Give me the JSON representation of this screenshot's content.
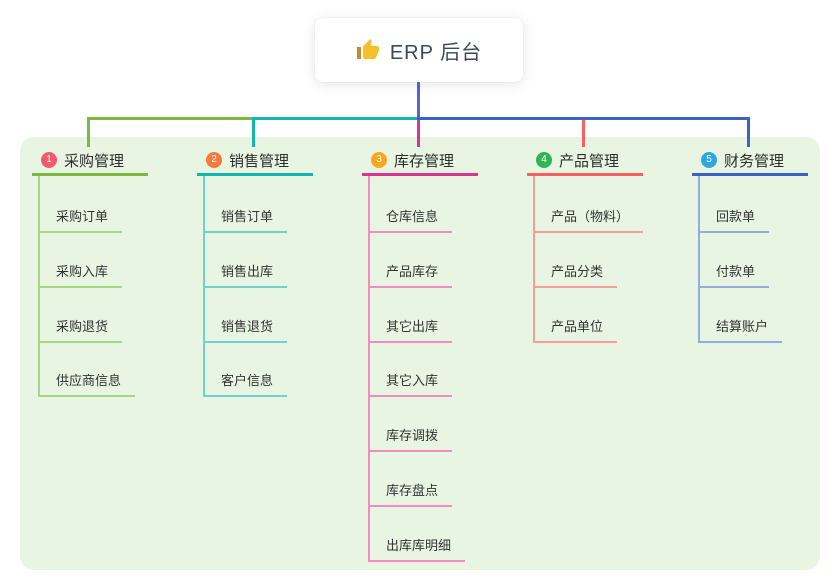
{
  "root": {
    "label": "ERP 后台",
    "icon": "thumbs-up-icon",
    "icon_color": "#f5c02c",
    "drop_line_color": "#5663d3"
  },
  "colors": {
    "panel_bg": "#e7f5e2",
    "canvas_bg": "#ffffff",
    "header_text": "#2d2d2d",
    "child_text": "#333333",
    "root_text": "#3c4757"
  },
  "branches": [
    {
      "index": "1",
      "label": "采购管理",
      "badge_color": "#f6596f",
      "line_color": "#7cb93e",
      "child_line_color": "#a8d784",
      "children": [
        "采购订单",
        "采购入库",
        "采购退货",
        "供应商信息"
      ]
    },
    {
      "index": "2",
      "label": "销售管理",
      "badge_color": "#f57a3d",
      "line_color": "#13b5ac",
      "child_line_color": "#72d2c9",
      "children": [
        "销售订单",
        "销售出库",
        "销售退货",
        "客户信息"
      ]
    },
    {
      "index": "3",
      "label": "库存管理",
      "badge_color": "#f9a61a",
      "line_color": "#d9358f",
      "child_line_color": "#f08cbe",
      "children": [
        "仓库信息",
        "产品库存",
        "其它出库",
        "其它入库",
        "库存调拨",
        "库存盘点",
        "出库库明细"
      ]
    },
    {
      "index": "4",
      "label": "产品管理",
      "badge_color": "#2fb457",
      "line_color": "#f75f60",
      "child_line_color": "#f99c9c",
      "children": [
        "产品（物料）",
        "产品分类",
        "产品单位"
      ]
    },
    {
      "index": "5",
      "label": "财务管理",
      "badge_color": "#2ea7e0",
      "line_color": "#3a62c8",
      "child_line_color": "#97abdc",
      "children": [
        "回款单",
        "付款单",
        "结算账户"
      ]
    }
  ]
}
